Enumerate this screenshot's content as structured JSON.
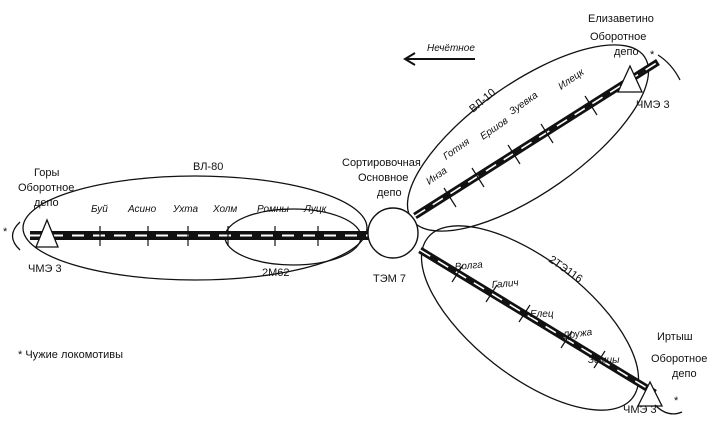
{
  "depots": {
    "main": {
      "line1": "Сортировочная",
      "line2": "Основное",
      "line3": "депо",
      "loco": "ТЭМ 7"
    },
    "gory": {
      "name": "Горы",
      "line1": "Оборотное",
      "line2": "депо",
      "loco": "ЧМЭ 3"
    },
    "elizavetino": {
      "name": "Елизаветино",
      "line1": "Оборотное",
      "line2": "депо",
      "loco": "ЧМЭ 3"
    },
    "irtysh": {
      "name": "Иртыш",
      "line1": "Оборотное",
      "line2": "депо",
      "loco": "ЧМЭ 3"
    }
  },
  "lines": {
    "west": {
      "loco": "ВЛ-80",
      "inner_loco": "2М62",
      "stations": [
        "Буй",
        "Асино",
        "Ухта",
        "Холм",
        "Ромны",
        "Луцк"
      ]
    },
    "northeast": {
      "loco": "ВЛ-10",
      "stations": [
        "Инза",
        "Готня",
        "Ершов",
        "Зуевка",
        "Илецк"
      ]
    },
    "southeast": {
      "loco": "2ТЭ116",
      "stations": [
        "Волга",
        "Галич",
        "Елец",
        "Дружа",
        "Земцы"
      ]
    }
  },
  "direction": {
    "label": "Нечётное"
  },
  "legend": {
    "symbol": "*",
    "text": "Чужие локомотивы"
  }
}
